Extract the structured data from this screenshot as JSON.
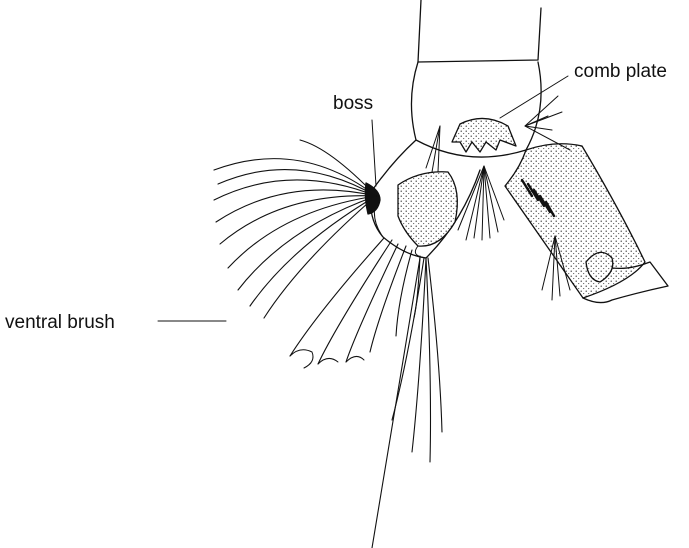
{
  "labels": {
    "boss": "boss",
    "comb_plate": "comb plate",
    "ventral_brush": "ventral brush"
  },
  "colors": {
    "ink": "#111111",
    "background": "#ffffff"
  }
}
